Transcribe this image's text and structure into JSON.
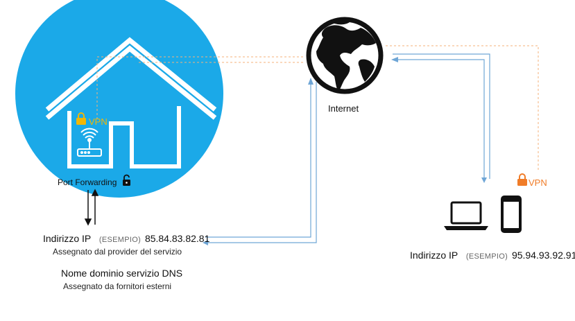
{
  "colors": {
    "house_bg": "#1ba9e8",
    "vpn_yellow": "#f2b705",
    "vpn_orange": "#f07c28",
    "link_blue": "#6fa6d6",
    "dash_orange": "#f5b27a"
  },
  "icons": {
    "house": "house-icon",
    "router": "router-icon",
    "globe": "globe-icon",
    "laptop": "laptop-icon",
    "phone": "smartphone-icon",
    "lock": "lock-icon"
  },
  "home": {
    "vpn_label": "VPN",
    "port_forwarding_label": "Port Forwarding",
    "ip_label": "Indirizzo IP",
    "ip_tag": "(ESEMPIO)",
    "ip_value": "85.84.83.82.81",
    "ip_note": "Assegnato dal provider del servizio",
    "dns_title": "Nome dominio servizio DNS",
    "dns_note": "Assegnato da fornitori esterni"
  },
  "internet": {
    "label": "Internet"
  },
  "remote": {
    "vpn_label": "VPN",
    "ip_label": "Indirizzo IP",
    "ip_tag": "(ESEMPIO)",
    "ip_value": "95.94.93.92.91"
  }
}
